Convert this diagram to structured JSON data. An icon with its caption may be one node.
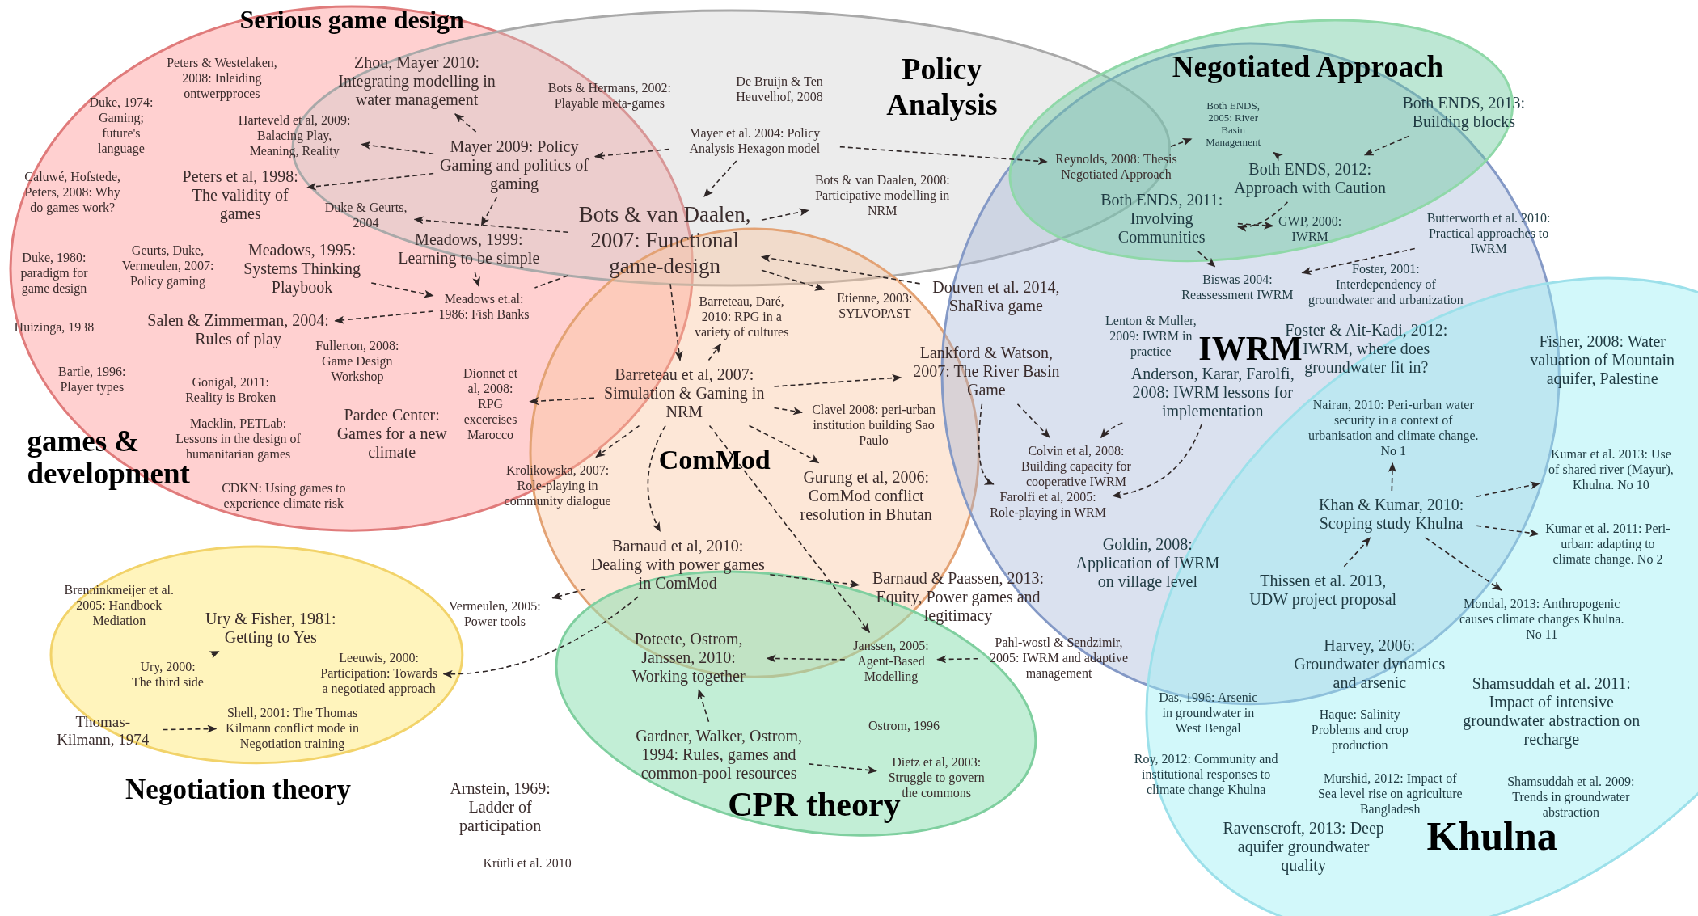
{
  "diagram": {
    "nodes": [
      {
        "text": [
          "Serious game design",
          "games & development"
        ]
      },
      {
        "text": [
          "Policy Analysis"
        ]
      },
      {
        "text": [
          "ComMod"
        ]
      },
      {
        "text": [
          "IWRM"
        ]
      },
      {
        "text": [
          "Negotiated Approach"
        ]
      },
      {
        "text": [
          "Khulna"
        ]
      },
      {
        "text": [
          "Negotiation theory"
        ]
      },
      {
        "text": [
          "CPR theory"
        ]
      },
      {
        "text": [
          "Peters & Westelaken, 2008: Inleiding ontwerpproces"
        ],
        "in": 0
      },
      {
        "text": [
          "Zhou, Mayer 2010: Integrating modelling in water management"
        ]
      },
      {
        "text": [
          "Bots & Hermans, 2002: Playable meta-games"
        ],
        "in": 1
      },
      {
        "text": [
          "De Bruijn & Ten Heuvelhof, 2008"
        ],
        "in": 1
      },
      {
        "text": [
          "Duke, 1974: Gaming; future's language"
        ],
        "in": 0
      },
      {
        "text": [
          "Harteveld et al, 2009: Balacing Play, Meaning, Reality"
        ],
        "in": 0
      },
      {
        "text": [
          "Mayer 2009: Policy Gaming and politics of gaming"
        ]
      },
      {
        "text": [
          "Mayer et al. 2004: Policy Analysis Hexagon model"
        ],
        "in": 1
      },
      {
        "text": [
          "Caluwé, Hofstede, Peters, 2008: Why do games work?"
        ],
        "in": 0
      },
      {
        "text": [
          "Peters et al, 1998: The validity of games"
        ],
        "in": 0
      },
      {
        "text": [
          "Duke & Geurts, 2004"
        ]
      },
      {
        "text": [
          "Bots & van Daalen, 2007: Functional game-design"
        ],
        "in": 1
      },
      {
        "text": [
          "Bots & van Daalen, 2008: Participative modelling in NRM"
        ],
        "in": 1
      },
      {
        "text": [
          "Meadows, 1999: Learning to be simple"
        ]
      },
      {
        "text": [
          "Duke, 1980: paradigm for game design"
        ],
        "in": 0
      },
      {
        "text": [
          "Geurts, Duke, Vermeulen, 2007: Policy gaming"
        ],
        "in": 0
      },
      {
        "text": [
          "Meadows, 1995: Systems Thinking Playbook"
        ],
        "in": 0
      },
      {
        "text": [
          "Meadows et.al: 1986: Fish Banks"
        ],
        "in": 0
      },
      {
        "text": [
          "Huizinga, 1938"
        ],
        "in": 0
      },
      {
        "text": [
          "Salen & Zimmerman, 2004: Rules of play"
        ],
        "in": 0
      },
      {
        "text": [
          "Barreteau, Daré, 2010: RPG in a variety of cultures"
        ],
        "in": 2
      },
      {
        "text": [
          "Etienne, 2003: SYLVOPAST"
        ],
        "in": 2
      },
      {
        "text": [
          "Douven et al. 2014, ShaRiva game"
        ],
        "in": 3
      },
      {
        "text": [
          "Fullerton, 2008: Game Design Workshop"
        ],
        "in": 0
      },
      {
        "text": [
          "Bartle, 1996: Player types"
        ],
        "in": 0
      },
      {
        "text": [
          "Gonigal, 2011: Reality is Broken"
        ],
        "in": 0
      },
      {
        "text": [
          "Barreteau et al, 2007: Simulation & Gaming in NRM"
        ],
        "in": 2
      },
      {
        "text": [
          "Lankford & Watson, 2007: The River Basin Game"
        ]
      },
      {
        "text": [
          "Dionnet et al, 2008: RPG excercises Marocco"
        ],
        "in": 0
      },
      {
        "text": [
          "Clavel 2008: peri-urban institution building Sao Paulo"
        ],
        "in": 2
      },
      {
        "text": [
          "Pardee Center: Games for a new climate"
        ],
        "in": 0
      },
      {
        "text": [
          "Macklin, PETLab: Lessons in the design of humanitarian games"
        ],
        "in": 0
      },
      {
        "text": [
          "Krolikowska, 2007: Role-playing in community dialogue"
        ]
      },
      {
        "text": [
          "Gurung et al, 2006: ComMod conflict resolution in Bhutan"
        ],
        "in": 2
      },
      {
        "text": [
          "CDKN: Using games to experience climate risk"
        ],
        "in": 0
      },
      {
        "text": [
          "Barnaud et al, 2010: Dealing with power games in ComMod"
        ],
        "in": 2
      },
      {
        "text": [
          "Barnaud & Paassen, 2013: Equity, Power games and legitimacy"
        ]
      },
      {
        "text": [
          "Vermeulen, 2005: Power tools"
        ]
      },
      {
        "text": [
          "Brenninkmeijer et al. 2005: Handboek Mediation"
        ],
        "in": 6
      },
      {
        "text": [
          "Ury & Fisher, 1981: Getting to Yes"
        ],
        "in": 6
      },
      {
        "text": [
          "Ury, 2000: The third side"
        ],
        "in": 6
      },
      {
        "text": [
          "Leeuwis, 2000: Participation: Towards a negotiated approach"
        ],
        "in": 6
      },
      {
        "text": [
          "Thomas-Kilmann, 1974"
        ]
      },
      {
        "text": [
          "Shell, 2001: The Thomas Kilmann conflict mode in Negotiation training"
        ],
        "in": 6
      },
      {
        "text": [
          "Poteete, Ostrom, Janssen, 2010: Working together"
        ],
        "in": 7
      },
      {
        "text": [
          "Janssen, 2005: Agent-Based Modelling"
        ],
        "in": 7
      },
      {
        "text": [
          "Pahl-wostl & Sendzimir, 2005: IWRM and adaptive management"
        ]
      },
      {
        "text": [
          "Ostrom, 1996"
        ],
        "in": 7
      },
      {
        "text": [
          "Gardner, Walker, Ostrom, 1994: Rules, games and common-pool resources"
        ],
        "in": 7
      },
      {
        "text": [
          "Dietz et al, 2003: Struggle to govern the commons"
        ],
        "in": 7
      },
      {
        "text": [
          "Arnstein, 1969: Ladder of participation"
        ]
      },
      {
        "text": [
          "Krütli et al. 2010"
        ]
      },
      {
        "text": [
          "Both ENDS, 2005: River Basin Management"
        ],
        "in": 4
      },
      {
        "text": [
          "Reynolds, 2008: Thesis Negotiated Approach"
        ]
      },
      {
        "text": [
          "Both ENDS, 2013: Building blocks"
        ]
      },
      {
        "text": [
          "Both ENDS, 2012: Approach with Caution"
        ],
        "in": 4
      },
      {
        "text": [
          "Both ENDS, 2011: Involving Communities"
        ],
        "in": 4
      },
      {
        "text": [
          "GWP, 2000: IWRM"
        ],
        "in": 4
      },
      {
        "text": [
          "Butterworth et al. 2010: Practical approaches to IWRM"
        ],
        "in": 3
      },
      {
        "text": [
          "Biswas 2004: Reassessment IWRM"
        ],
        "in": 3
      },
      {
        "text": [
          "Foster, 2001: Interdependency of groundwater and urbanization"
        ],
        "in": 3
      },
      {
        "text": [
          "Lenton & Muller, 2009: IWRM in practice"
        ],
        "in": 3
      },
      {
        "text": [
          "Foster & Ait-Kadi, 2012: IWRM, where does groundwater fit in?"
        ],
        "in": 3
      },
      {
        "text": [
          "Fisher, 2008: Water valuation of Mountain aquifer, Palestine"
        ],
        "in": 5
      },
      {
        "text": [
          "Anderson, Karar, Farolfi, 2008: IWRM lessons for implementation"
        ],
        "in": 3
      },
      {
        "text": [
          "Nairan, 2010: Peri-urban water security in a context of urbanisation and climate change. No 1"
        ]
      },
      {
        "text": [
          "Colvin et al, 2008: Building capacity for cooperative IWRM"
        ],
        "in": 3
      },
      {
        "text": [
          "Kumar et al. 2013: Use of shared river (Mayur), Khulna. No 10"
        ],
        "in": 5
      },
      {
        "text": [
          "Farolfi et al, 2005: Role-playing in WRM"
        ],
        "in": 3
      },
      {
        "text": [
          "Khan & Kumar, 2010: Scoping study Khulna"
        ]
      },
      {
        "text": [
          "Kumar et al. 2011: Peri-urban: adapting to climate change. No 2"
        ],
        "in": 5
      },
      {
        "text": [
          "Goldin, 2008: Application of IWRM on village level"
        ],
        "in": 3
      },
      {
        "text": [
          "Thissen et al. 2013, UDW project proposal"
        ]
      },
      {
        "text": [
          "Mondal, 2013: Anthropogenic causes climate changes Khulna. No 11"
        ],
        "in": 5
      },
      {
        "text": [
          "Harvey, 2006: Groundwater dynamics and arsenic"
        ]
      },
      {
        "text": [
          "Shamsuddah et al. 2011: Impact of intensive groundwater abstraction on recharge"
        ],
        "in": 5
      },
      {
        "text": [
          "Das, 1996: Arsenic in groundwater in West Bengal"
        ],
        "in": 5
      },
      {
        "text": [
          "Haque: Salinity Problems and crop production"
        ],
        "in": 5
      },
      {
        "text": [
          "Roy, 2012: Community and institutional responses to climate change Khulna"
        ]
      },
      {
        "text": [
          "Murshid, 2012: Impact of Sea level rise on agriculture Bangladesh"
        ],
        "in": 5
      },
      {
        "text": [
          "Shamsuddah et al. 2009: Trends in groundwater abstraction"
        ],
        "in": 5
      },
      {
        "text": [
          "Ravenscroft, 2013: Deep aquifer groundwater quality"
        ],
        "in": 5
      }
    ],
    "edges": [
      {
        "from": 14,
        "to": 9,
        "arrow": "to",
        "style": "dashed"
      },
      {
        "from": 14,
        "to": 13,
        "arrow": "to",
        "style": "dashed"
      },
      {
        "from": 14,
        "to": 17,
        "arrow": "to",
        "style": "dashed"
      },
      {
        "from": 19,
        "to": 18,
        "arrow": "to",
        "style": "dashed"
      },
      {
        "from": 14,
        "to": 21,
        "arrow": "to",
        "style": "dashed"
      },
      {
        "from": 24,
        "to": 25,
        "arrow": "to",
        "style": "dashed"
      },
      {
        "from": 21,
        "to": 25,
        "arrow": "to",
        "style": "dashed"
      },
      {
        "from": 25,
        "to": 27,
        "arrow": "to",
        "style": "dashed"
      },
      {
        "from": 19,
        "to": 25,
        "arrow": "none",
        "style": "dashed"
      },
      {
        "from": 15,
        "to": 14,
        "arrow": "to",
        "style": "dashed"
      },
      {
        "from": 15,
        "to": 61,
        "arrow": "to",
        "style": "dashed"
      },
      {
        "from": 15,
        "to": 19,
        "arrow": "to",
        "style": "dashed"
      },
      {
        "from": 19,
        "to": 20,
        "arrow": "to",
        "style": "dashed"
      },
      {
        "from": 30,
        "to": 19,
        "arrow": "to",
        "style": "dashed"
      },
      {
        "from": 19,
        "to": 29,
        "arrow": "to",
        "style": "dashed"
      },
      {
        "from": 19,
        "to": 34,
        "arrow": "to",
        "style": "dashed"
      },
      {
        "from": 34,
        "to": 28,
        "arrow": "to",
        "style": "dashed"
      },
      {
        "from": 34,
        "to": 35,
        "arrow": "to",
        "style": "dashed"
      },
      {
        "from": 34,
        "to": 37,
        "arrow": "to",
        "style": "dashed"
      },
      {
        "from": 34,
        "to": 36,
        "arrow": "to",
        "style": "dashed"
      },
      {
        "from": 34,
        "to": 40,
        "arrow": "to",
        "style": "dashed"
      },
      {
        "from": 34,
        "to": 41,
        "arrow": "to",
        "style": "dashed"
      },
      {
        "from": 34,
        "to": 43,
        "arrow": "to",
        "style": "dashed"
      },
      {
        "from": 34,
        "to": 53,
        "arrow": "to",
        "style": "dashed"
      },
      {
        "from": 43,
        "to": 44,
        "arrow": "to",
        "style": "dashed"
      },
      {
        "from": 43,
        "to": 49,
        "arrow": "to",
        "style": "dashed"
      },
      {
        "from": 43,
        "to": 45,
        "arrow": "to",
        "style": "dashed"
      },
      {
        "from": 35,
        "to": 74,
        "arrow": "to",
        "style": "dashed"
      },
      {
        "from": 72,
        "to": 74,
        "arrow": "to",
        "style": "dashed"
      },
      {
        "from": 72,
        "to": 76,
        "arrow": "to",
        "style": "dashed"
      },
      {
        "from": 35,
        "to": 76,
        "arrow": "to",
        "style": "dashed"
      },
      {
        "from": 54,
        "to": 53,
        "arrow": "to",
        "style": "dashed"
      },
      {
        "from": 53,
        "to": 52,
        "arrow": "to",
        "style": "dashed"
      },
      {
        "from": 56,
        "to": 52,
        "arrow": "to",
        "style": "dashed"
      },
      {
        "from": 56,
        "to": 57,
        "arrow": "to",
        "style": "dashed"
      },
      {
        "from": 50,
        "to": 51,
        "arrow": "to",
        "style": "dashed"
      },
      {
        "from": 48,
        "to": 47,
        "arrow": "to",
        "style": "dashed"
      },
      {
        "from": 61,
        "to": 60,
        "arrow": "to",
        "style": "dashed"
      },
      {
        "from": 63,
        "to": 60,
        "arrow": "to",
        "style": "dashed"
      },
      {
        "from": 62,
        "to": 63,
        "arrow": "to",
        "style": "dashed"
      },
      {
        "from": 63,
        "to": 64,
        "arrow": "to",
        "style": "dashed"
      },
      {
        "from": 64,
        "to": 65,
        "arrow": "to",
        "style": "dashed"
      },
      {
        "from": 64,
        "to": 67,
        "arrow": "to",
        "style": "dashed"
      },
      {
        "from": 66,
        "to": 67,
        "arrow": "to",
        "style": "dashed"
      },
      {
        "from": 77,
        "to": 73,
        "arrow": "to",
        "style": "dashed"
      },
      {
        "from": 77,
        "to": 75,
        "arrow": "to",
        "style": "dashed"
      },
      {
        "from": 77,
        "to": 78,
        "arrow": "to",
        "style": "dashed"
      },
      {
        "from": 77,
        "to": 81,
        "arrow": "to",
        "style": "dashed"
      },
      {
        "from": 80,
        "to": 77,
        "arrow": "to",
        "style": "dashed"
      }
    ]
  }
}
